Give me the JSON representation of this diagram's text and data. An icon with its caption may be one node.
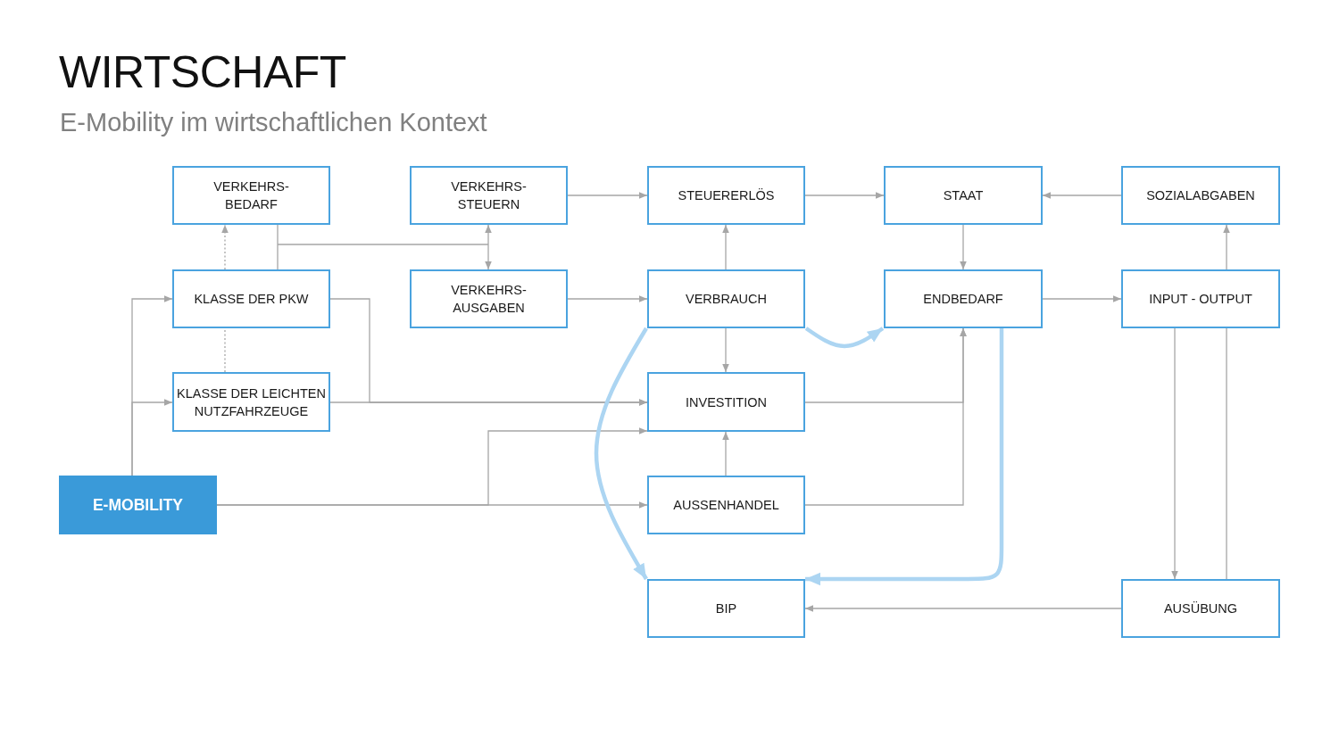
{
  "diagram": {
    "title": "WIRTSCHAFT",
    "nodes": [
      {
        "text": [
          "VERKEHRS- BEDARF"
        ]
      },
      {
        "text": [
          "VERKEHRS- STEUERN"
        ]
      },
      {
        "text": [
          "STEUERERLÖS"
        ]
      },
      {
        "text": [
          "STAAT"
        ]
      },
      {
        "text": [
          "SOZIALABGABEN"
        ]
      },
      {
        "text": [
          "KLASSE DER PKW"
        ]
      },
      {
        "text": [
          "VERKEHRS- AUSGABEN"
        ]
      },
      {
        "text": [
          "VERBRAUCH"
        ]
      },
      {
        "text": [
          "ENDBEDARF"
        ]
      },
      {
        "text": [
          "INPUT - OUTPUT"
        ]
      },
      {
        "text": [
          "KLASSE DER LEICHTEN NUTZFAHRZEUGE"
        ]
      },
      {
        "text": [
          "INVESTITION"
        ]
      },
      {
        "text": [
          "E-MOBILITY"
        ]
      },
      {
        "text": [
          "AUSSENHANDEL"
        ]
      },
      {
        "text": [
          "BIP"
        ]
      },
      {
        "text": [
          "AUSÜBUNG"
        ]
      }
    ],
    "edges": [
      {
        "from": 5,
        "to": 0,
        "arrow": "to",
        "style": "dashed"
      },
      {
        "from": 10,
        "to": 5,
        "arrow": "none",
        "style": "dashed"
      },
      {
        "from": 0,
        "to": 1,
        "arrow": "to"
      },
      {
        "from": 0,
        "to": 6,
        "arrow": "to"
      },
      {
        "from": 5,
        "to": 1,
        "arrow": "to"
      },
      {
        "from": 5,
        "to": 6,
        "arrow": "to"
      },
      {
        "from": 1,
        "to": 2,
        "arrow": "to"
      },
      {
        "from": 2,
        "to": 3,
        "arrow": "to"
      },
      {
        "from": 4,
        "to": 3,
        "arrow": "to"
      },
      {
        "from": 6,
        "to": 7,
        "arrow": "to"
      },
      {
        "from": 7,
        "to": 2,
        "arrow": "to"
      },
      {
        "from": 3,
        "to": 8,
        "arrow": "to"
      },
      {
        "from": 8,
        "to": 9,
        "arrow": "to"
      },
      {
        "from": 9,
        "to": 4,
        "arrow": "to"
      },
      {
        "from": 9,
        "to": 15,
        "arrow": "to"
      },
      {
        "from": 15,
        "to": 9,
        "arrow": "none"
      },
      {
        "from": 15,
        "to": 14,
        "arrow": "to"
      },
      {
        "from": 7,
        "to": 11,
        "arrow": "to"
      },
      {
        "from": 13,
        "to": 11,
        "arrow": "to"
      },
      {
        "from": 12,
        "to": 5,
        "arrow": "to"
      },
      {
        "from": 12,
        "to": 10,
        "arrow": "to"
      },
      {
        "from": 5,
        "to": 11,
        "arrow": "to"
      },
      {
        "from": 10,
        "to": 11,
        "arrow": "to"
      },
      {
        "from": 12,
        "to": 13,
        "arrow": "to"
      },
      {
        "from": 12,
        "to": 11,
        "arrow": "to"
      },
      {
        "from": 11,
        "to": 8,
        "arrow": "to"
      },
      {
        "from": 13,
        "to": 8,
        "arrow": "to"
      },
      {
        "from": 7,
        "to": 8,
        "arrow": "to",
        "style": "thick",
        "color": "#acd5f2"
      },
      {
        "from": 7,
        "to": 14,
        "arrow": "to",
        "style": "thick",
        "color": "#acd5f2"
      },
      {
        "from": 8,
        "to": 14,
        "arrow": "to",
        "style": "thick",
        "color": "#acd5f2"
      }
    ],
    "labels": [
      "E-Mobility im wirtschaftlichen Kontext"
    ]
  }
}
